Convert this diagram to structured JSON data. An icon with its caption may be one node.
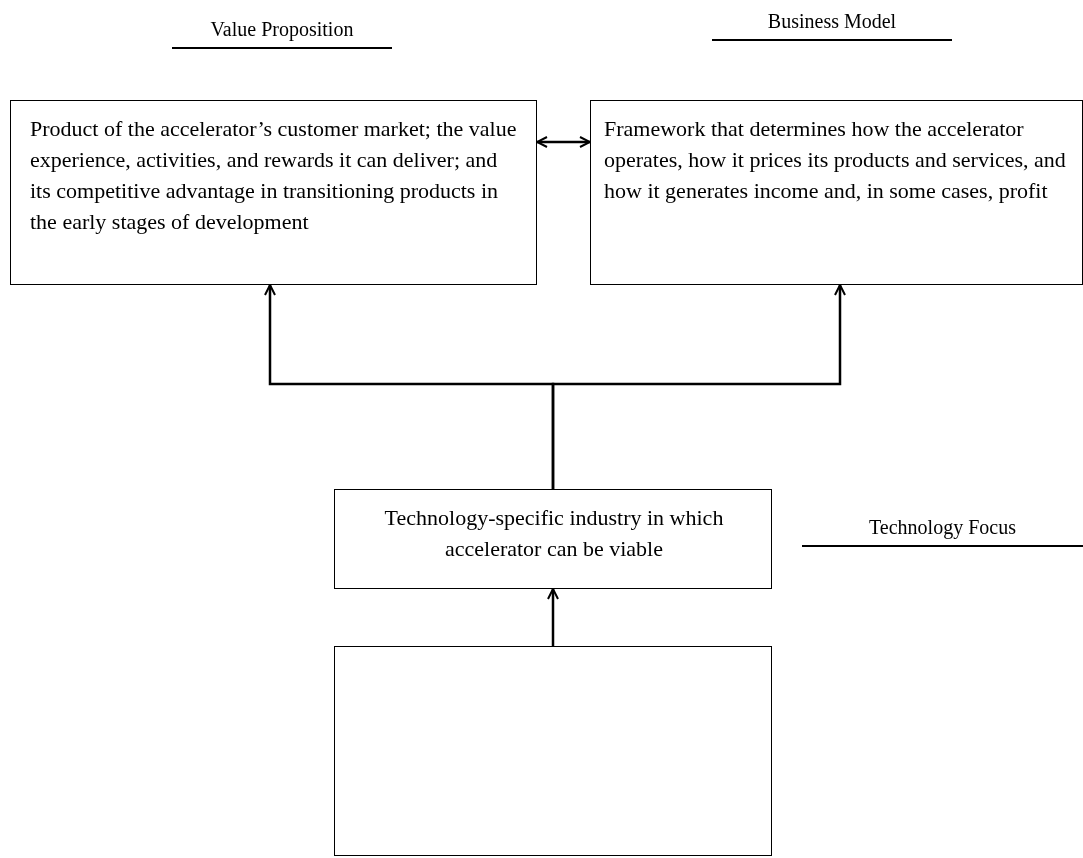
{
  "diagram": {
    "nodes": [
      {
        "text": [
          "Product of the accelerator’s customer market; the value experience, activities, and rewards it can deliver; and its competitive advantage in transitioning products in the early stages of development"
        ]
      },
      {
        "text": [
          "Framework that determines how the accelerator operates, how it prices its products and services, and how it generates income and, in some cases, profit"
        ]
      },
      {
        "text": [
          "Technology-specific industry in which accelerator can be viable"
        ]
      },
      {
        "text": [],
        "shape": "box"
      }
    ],
    "edges": [
      {
        "from": 0,
        "to": 1,
        "arrow": "both"
      },
      {
        "from": 2,
        "to": 0,
        "arrow": "to"
      },
      {
        "from": 2,
        "to": 1,
        "arrow": "to"
      },
      {
        "from": 3,
        "to": 2,
        "arrow": "to"
      }
    ],
    "labels": [
      "Value Proposition",
      "Business Model",
      "Technology Focus"
    ]
  }
}
